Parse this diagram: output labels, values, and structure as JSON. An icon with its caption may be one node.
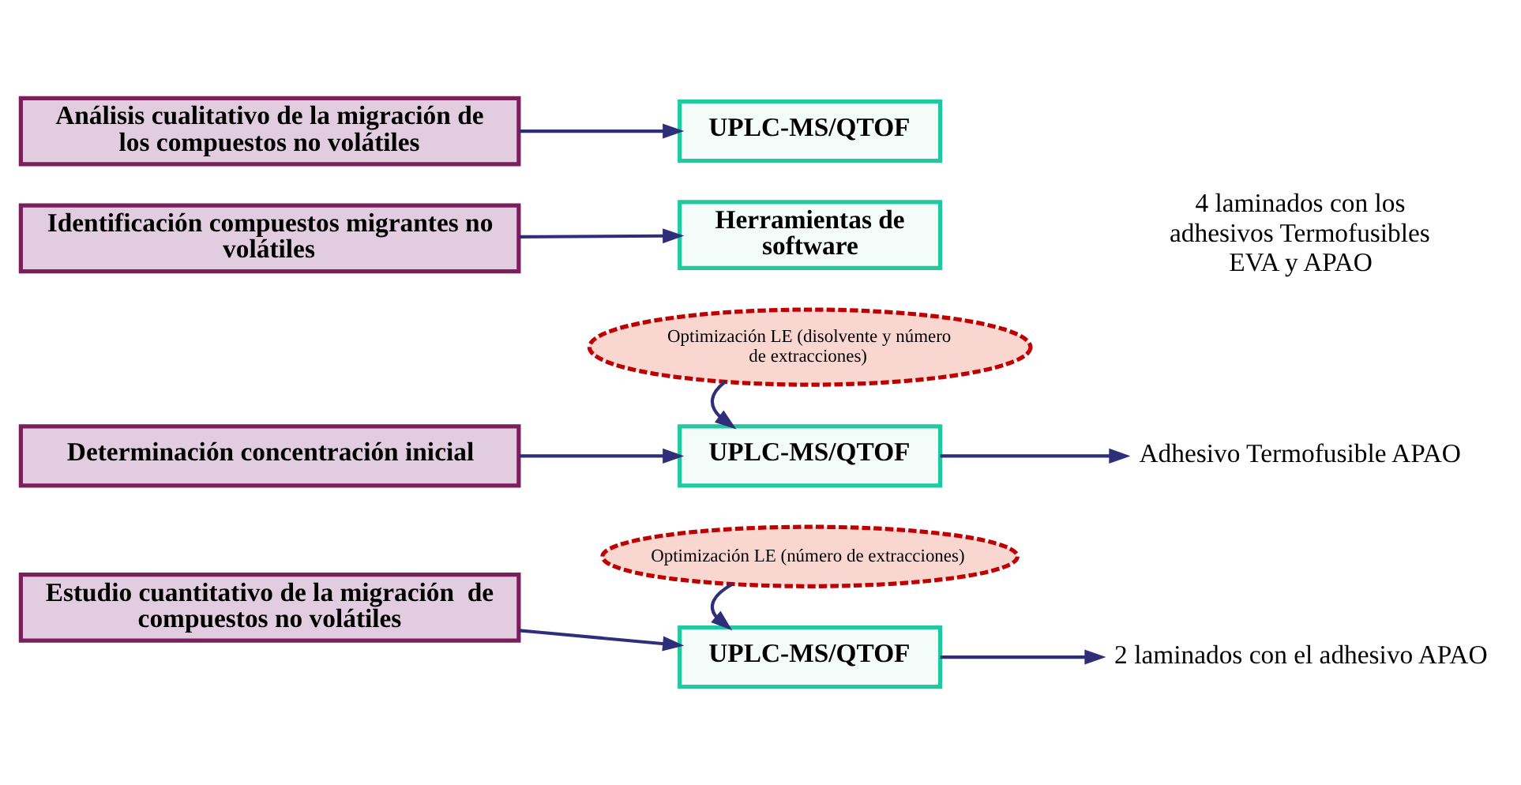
{
  "diagram": {
    "nodes": [
      {
        "text": [
          "Análisis cualitativo de la migración de los compuestos no volátiles"
        ]
      },
      {
        "text": [
          "UPLC-MS/QTOF"
        ]
      },
      {
        "text": [
          "Identificación compuestos migrantes no volátiles"
        ]
      },
      {
        "text": [
          "Herramientas de software"
        ]
      },
      {
        "text": [
          "Optimización LE (disolvente y número de extracciones)"
        ]
      },
      {
        "text": [
          "Determinación concentración inicial"
        ]
      },
      {
        "text": [
          "UPLC-MS/QTOF"
        ]
      },
      {
        "text": [
          "Adhesivo Termofusible APAO"
        ]
      },
      {
        "text": [
          "Optimización LE (número de extracciones)"
        ]
      },
      {
        "text": [
          "Estudio cuantitativo de la migración  de compuestos no volátiles"
        ]
      },
      {
        "text": [
          "UPLC-MS/QTOF"
        ]
      },
      {
        "text": [
          "2 laminados con el adhesivo APAO"
        ]
      }
    ],
    "edges": [
      {
        "from": 0,
        "to": 1,
        "arrow": "to"
      },
      {
        "from": 2,
        "to": 3,
        "arrow": "to"
      },
      {
        "from": 4,
        "to": 6,
        "arrow": "to"
      },
      {
        "from": 5,
        "to": 6,
        "arrow": "to"
      },
      {
        "from": 6,
        "to": 7,
        "arrow": "to"
      },
      {
        "from": 8,
        "to": 10,
        "arrow": "to"
      },
      {
        "from": 9,
        "to": 10,
        "arrow": "to"
      },
      {
        "from": 10,
        "to": 11,
        "arrow": "to"
      }
    ],
    "labels": [
      "4 laminados con los adhesivos Termofusibles EVA y APAO"
    ]
  }
}
